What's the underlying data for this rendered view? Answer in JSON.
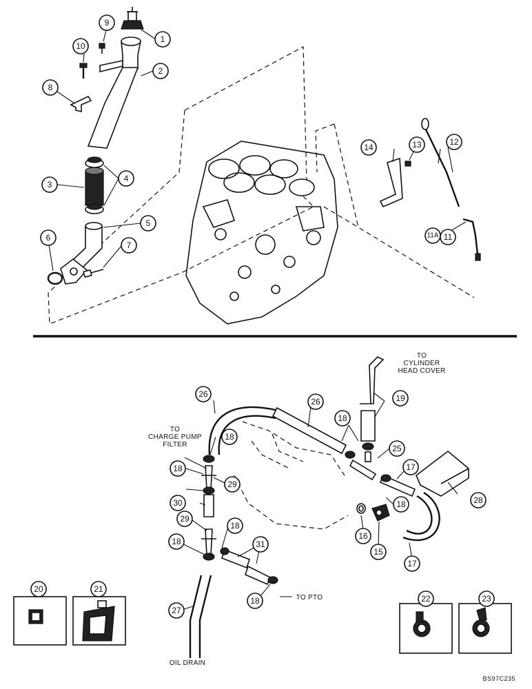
{
  "callouts": {
    "c1": "1",
    "c2": "2",
    "c3": "3",
    "c4": "4",
    "c5": "5",
    "c6": "6",
    "c7": "7",
    "c8": "8",
    "c9": "9",
    "c10": "10",
    "c11": "11",
    "c11a": "11A",
    "c12": "12",
    "c13": "13",
    "c14": "14",
    "c15": "15",
    "c16": "16",
    "c17a": "17",
    "c17b": "17",
    "c18a": "18",
    "c18b": "18",
    "c18c": "18",
    "c18d": "18",
    "c18e": "18",
    "c18f": "18",
    "c18g": "18",
    "c19": "19",
    "c20": "20",
    "c21": "21",
    "c22": "22",
    "c23": "23",
    "c25": "25",
    "c26a": "26",
    "c26b": "26",
    "c27": "27",
    "c28": "28",
    "c29a": "29",
    "c29b": "29",
    "c30": "30",
    "c31": "31"
  },
  "labels": {
    "to_cylinder_1": "TO",
    "to_cylinder_2": "CYLINDER",
    "to_cylinder_3": "HEAD COVER",
    "to_charge_1": "TO",
    "to_charge_2": "CHARGE PUMP",
    "to_charge_3": "FILTER",
    "to_pto": "TO PTO",
    "oil_drain": "OIL DRAIN"
  },
  "figure_code": "BS97C235"
}
